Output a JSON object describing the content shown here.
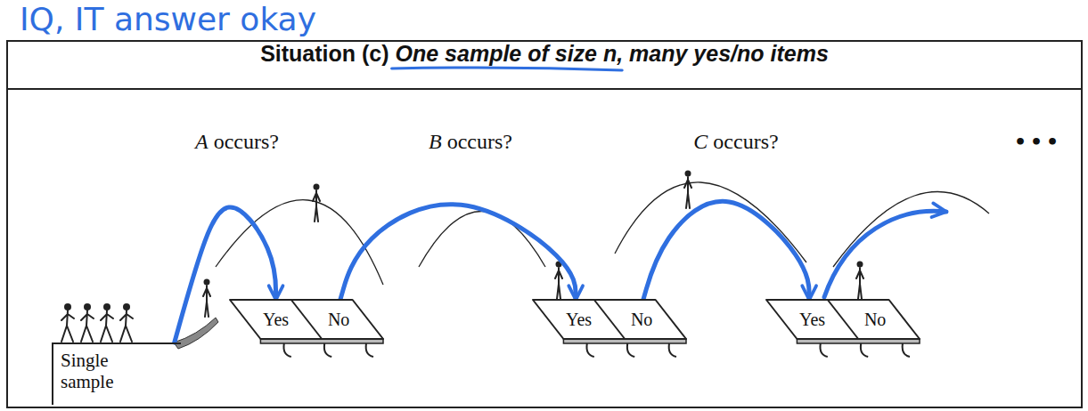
{
  "diagram": {
    "title": "Situation (c) One sample of size n, many yes/no items",
    "nodes": [
      {
        "text": [
          "Single sample"
        ]
      },
      {
        "text": [
          "Yes",
          "No"
        ]
      },
      {
        "text": [
          "Yes",
          "No"
        ]
      },
      {
        "text": [
          "Yes",
          "No"
        ]
      }
    ],
    "edges": [
      {
        "from": 0,
        "to": 1,
        "arrow": "to"
      },
      {
        "from": 1,
        "to": 2,
        "arrow": "to"
      },
      {
        "from": 2,
        "to": 3,
        "arrow": "to"
      }
    ],
    "labels": [
      "IQ, IT answer okay",
      "A occurs?",
      "B occurs?",
      "C occurs?",
      "•••"
    ]
  }
}
